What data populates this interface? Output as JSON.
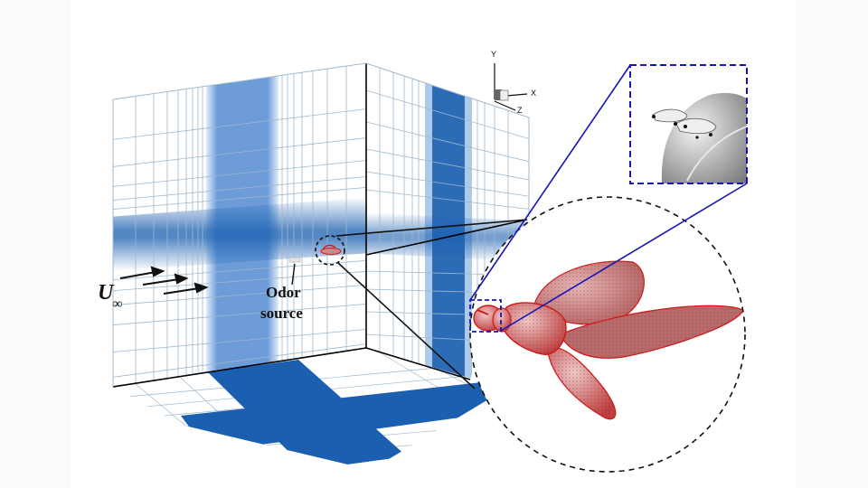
{
  "figure": {
    "title": "Computational mesh domain with odor source and insect model",
    "colors": {
      "page_margin": "#fcfafb",
      "canvas": "#ffffff",
      "mesh_line": "#9fb8cc",
      "mesh_dense": "#1a5fb0",
      "domain_edge": "#000000",
      "zoom_lines_black": "#111111",
      "zoom_lines_blue": "#1515b8",
      "insect_red": "#d01818",
      "insect_fill": "#c98a8a"
    }
  },
  "labels": {
    "freestream": "U",
    "freestream_subscript": "∞",
    "odor_line1": "Odor",
    "odor_line2": "source"
  },
  "axes_triad": {
    "y": "Y",
    "x": "X",
    "z": "Z"
  },
  "callouts": {
    "small_circle": "zoom-region-insect",
    "big_circle": "insect-mesh-detail",
    "blue_box_small": "antenna-region",
    "inset_box": "antenna-detail"
  }
}
